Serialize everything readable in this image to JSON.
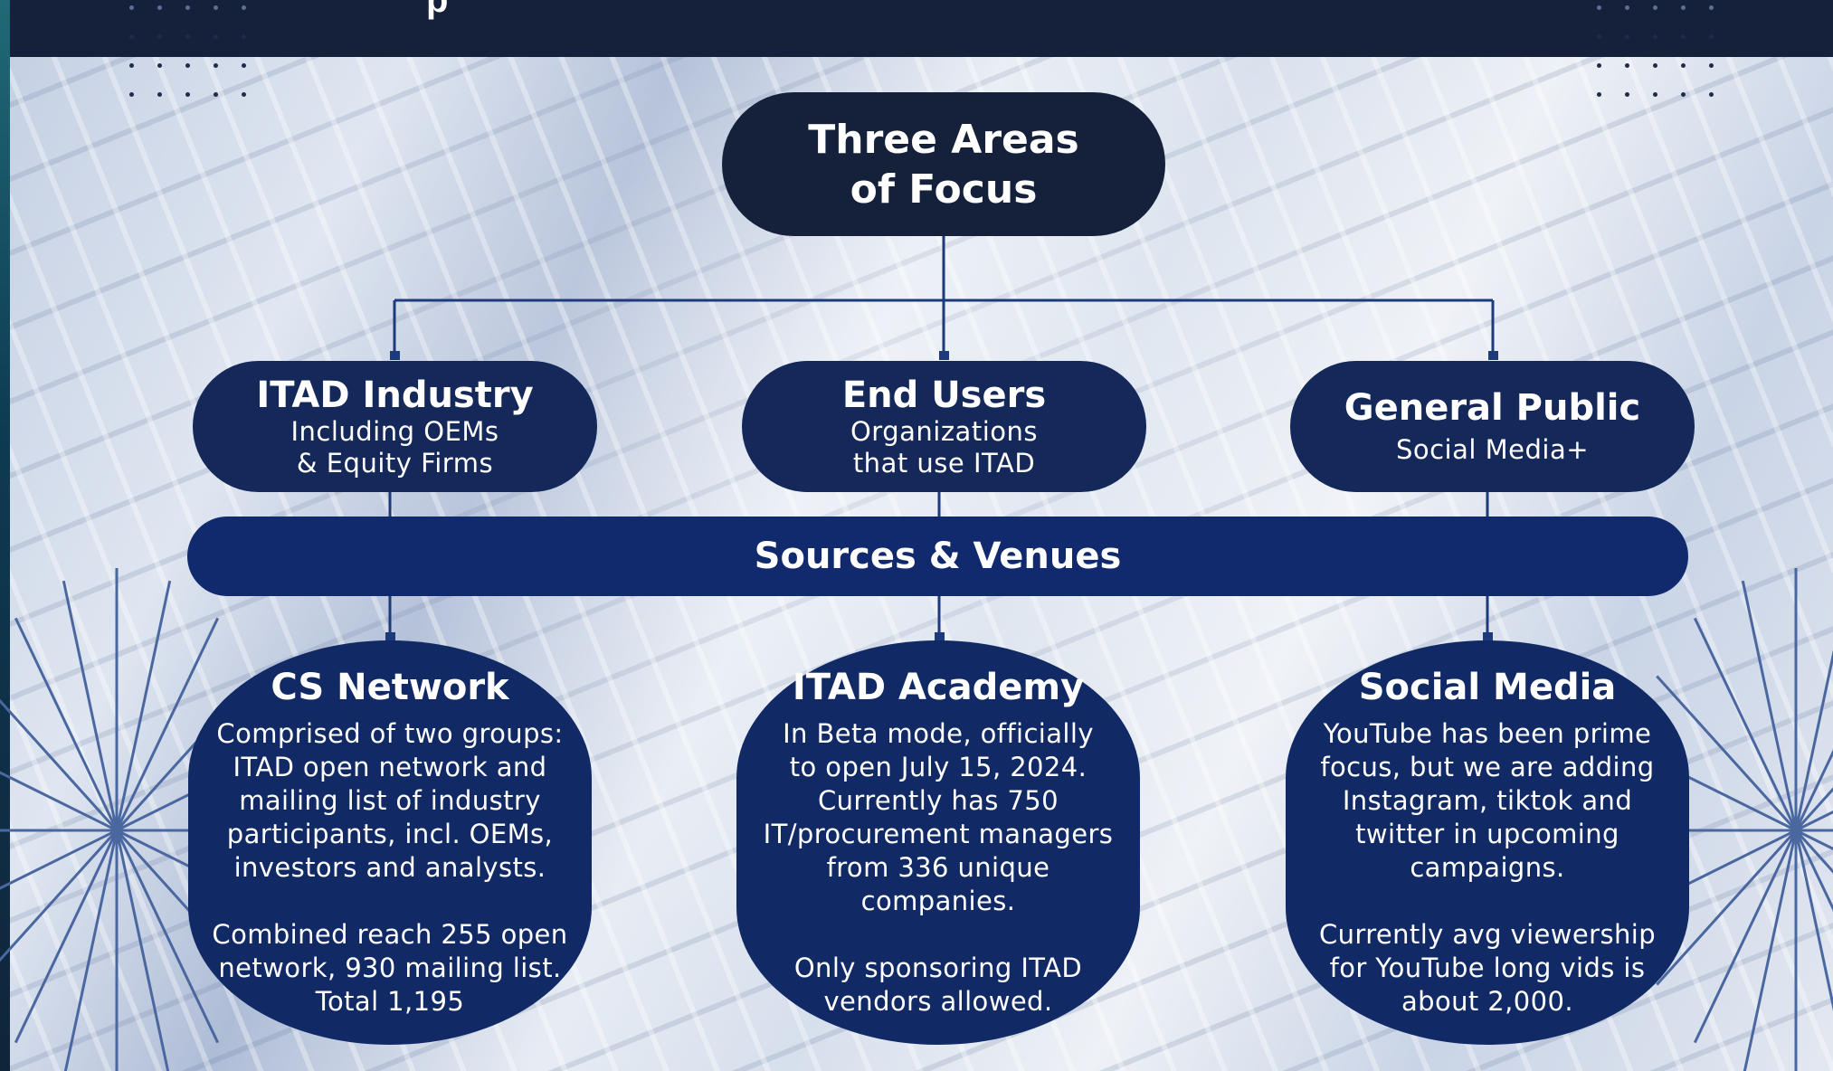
{
  "header": {
    "partial_title": "p"
  },
  "diagram": {
    "root": {
      "title": "Three Areas\nof Focus"
    },
    "areas": [
      {
        "title": "ITAD Industry",
        "subtitle": "Including OEMs\n& Equity Firms"
      },
      {
        "title": "End Users",
        "subtitle": "Organizations\nthat use ITAD"
      },
      {
        "title": "General Public",
        "subtitle": "Social Media+"
      }
    ],
    "bar_label": "Sources & Venues",
    "venues": [
      {
        "title": "CS Network",
        "body": "Comprised of two groups:\nITAD open network and\nmailing list of industry\nparticipants, incl. OEMs,\ninvestors and analysts.\n\nCombined reach 255 open\nnetwork, 930 mailing list.\nTotal 1,195"
      },
      {
        "title": "ITAD Academy",
        "body": "In Beta mode, officially\nto open July 15, 2024.\nCurrently has 750\nIT/procurement managers\nfrom 336 unique\ncompanies.\n\nOnly sponsoring ITAD\nvendors allowed."
      },
      {
        "title": "Social Media",
        "body": "YouTube has been prime\nfocus, but we are adding\nInstagram, tiktok and\ntwitter in upcoming\ncampaigns.\n\nCurrently avg viewership\nfor YouTube long vids is\nabout 2,000."
      }
    ]
  },
  "colors": {
    "root_fill": "#15213a",
    "area_fill": "#15285a",
    "venue_fill": "#112a66",
    "bar_fill": "#112a6e",
    "connector": "#1d3a7a",
    "topbar": "#15203a"
  }
}
